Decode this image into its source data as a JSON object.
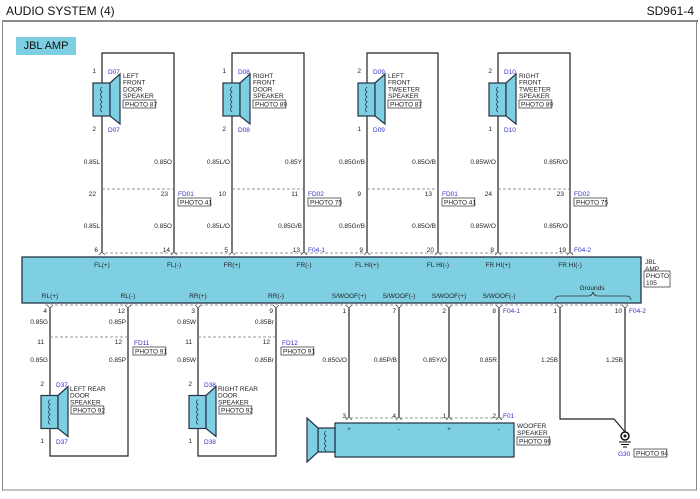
{
  "header": {
    "title": "AUDIO SYSTEM (4)",
    "page_id": "SD961-4"
  },
  "component_tag": "JBL AMP",
  "colors": {
    "component_fill": "#7fcfe3",
    "connector_text": "#3333cc",
    "wire": "#222222"
  },
  "amp": {
    "name_lines": [
      "JBL",
      "AMP"
    ],
    "photo_lines": [
      "PHOTO",
      "105"
    ],
    "grounds_label": "Grounds"
  },
  "front_circuits": [
    {
      "speaker": {
        "name_lines": [
          "LEFT",
          "FRONT",
          "DOOR",
          "SPEAKER"
        ],
        "photo": "PHOTO 87",
        "connector": "D07",
        "pins": [
          "1",
          "2"
        ]
      },
      "wires": [
        {
          "upper": "0.85L",
          "splice_pin": "22",
          "lower": "0.85L",
          "amp_pin": "6",
          "amp_terminal": "FL(+)"
        },
        {
          "upper": "0.85O",
          "splice_pin": "23",
          "lower": "0.85O",
          "amp_pin": "14",
          "amp_terminal": "FL(-)"
        }
      ],
      "splice_connector": "FD01",
      "splice_photo": "PHOTO 41",
      "amp_connector": ""
    },
    {
      "speaker": {
        "name_lines": [
          "RIGHT",
          "FRONT",
          "DOOR",
          "SPEAKER"
        ],
        "photo": "PHOTO 89",
        "connector": "D08",
        "pins": [
          "1",
          "2"
        ]
      },
      "wires": [
        {
          "upper": "0.85L/O",
          "splice_pin": "10",
          "lower": "0.85L/O",
          "amp_pin": "5",
          "amp_terminal": "FR(+)"
        },
        {
          "upper": "0.85Y",
          "splice_pin": "11",
          "lower": "0.85G/B",
          "amp_pin": "13",
          "amp_terminal": "FR(-)"
        }
      ],
      "splice_connector": "FD02",
      "splice_photo": "PHOTO 75",
      "amp_connector": "F04-1"
    },
    {
      "speaker": {
        "name_lines": [
          "LEFT",
          "FRONT",
          "TWEETER",
          "SPEAKER"
        ],
        "photo": "PHOTO 87",
        "connector": "D09",
        "pins": [
          "2",
          "1"
        ]
      },
      "wires": [
        {
          "upper": "0.85Gr/B",
          "splice_pin": "9",
          "lower": "0.85Gr/B",
          "amp_pin": "9",
          "amp_terminal": "FL HI(+)"
        },
        {
          "upper": "0.85O/B",
          "splice_pin": "13",
          "lower": "0.85O/B",
          "amp_pin": "20",
          "amp_terminal": "FL HI(-)"
        }
      ],
      "splice_connector": "FD01",
      "splice_photo": "PHOTO 41",
      "amp_connector": ""
    },
    {
      "speaker": {
        "name_lines": [
          "RIGHT",
          "FRONT",
          "TWEETER",
          "SPEAKER"
        ],
        "photo": "PHOTO 89",
        "connector": "D10",
        "pins": [
          "2",
          "1"
        ]
      },
      "wires": [
        {
          "upper": "0.85W/O",
          "splice_pin": "24",
          "lower": "0.85W/O",
          "amp_pin": "8",
          "amp_terminal": "FR HI(+)"
        },
        {
          "upper": "0.85R/O",
          "splice_pin": "23",
          "lower": "0.85R/O",
          "amp_pin": "19",
          "amp_terminal": "FR HI(-)"
        }
      ],
      "splice_connector": "FD02",
      "splice_photo": "PHOTO 75",
      "amp_connector": "F04-2"
    }
  ],
  "rear_circuits": [
    {
      "speaker": {
        "name_lines": [
          "LEFT REAR",
          "DOOR",
          "SPEAKER"
        ],
        "photo": "PHOTO 92",
        "connector": "D37",
        "pins": [
          "2",
          "1"
        ]
      },
      "wires": [
        {
          "amp_terminal": "RL(+)",
          "amp_pin": "4",
          "upper": "0.85G",
          "splice_pin": "11",
          "lower": "0.85G"
        },
        {
          "amp_terminal": "RL(-)",
          "amp_pin": "12",
          "upper": "0.85P",
          "splice_pin": "12",
          "lower": "0.85P"
        }
      ],
      "splice_connector": "FD11",
      "splice_photo": "PHOTO 91"
    },
    {
      "speaker": {
        "name_lines": [
          "RIGHT REAR",
          "DOOR",
          "SPEAKER"
        ],
        "photo": "PHOTO 92",
        "connector": "D38",
        "pins": [
          "2",
          "1"
        ]
      },
      "wires": [
        {
          "amp_terminal": "RR(+)",
          "amp_pin": "3",
          "upper": "0.85W",
          "splice_pin": "11",
          "lower": "0.85W"
        },
        {
          "amp_terminal": "RR(-)",
          "amp_pin": "9",
          "upper": "0.85Br",
          "splice_pin": "12",
          "lower": "0.85Br"
        }
      ],
      "splice_connector": "FD12",
      "splice_photo": "PHOTO 91"
    }
  ],
  "woofer": {
    "name_lines": [
      "WOOFER",
      "SPEAKER"
    ],
    "photo": "PHOTO 96",
    "connector": "F01",
    "amp_connector": "F04-1",
    "wires": [
      {
        "amp_terminal": "S/WOOF(+)",
        "amp_pin": "1",
        "color": "0.85G/O",
        "woofer_pin": "3",
        "polarity": "+"
      },
      {
        "amp_terminal": "S/WOOF(-)",
        "amp_pin": "7",
        "color": "0.85P/B",
        "woofer_pin": "4",
        "polarity": "-"
      },
      {
        "amp_terminal": "S/WOOF(+)",
        "amp_pin": "2",
        "color": "0.85Y/O",
        "woofer_pin": "1",
        "polarity": "+"
      },
      {
        "amp_terminal": "S/WOOF(-)",
        "amp_pin": "8",
        "color": "0.85R",
        "woofer_pin": "2",
        "polarity": "-"
      }
    ]
  },
  "ground": {
    "amp_connector": "F04-2",
    "wires": [
      {
        "amp_pin": "1",
        "color": "1.25B"
      },
      {
        "amp_pin": "10",
        "color": "1.25B"
      }
    ],
    "ground_point": "G30",
    "photo": "PHOTO 94"
  }
}
